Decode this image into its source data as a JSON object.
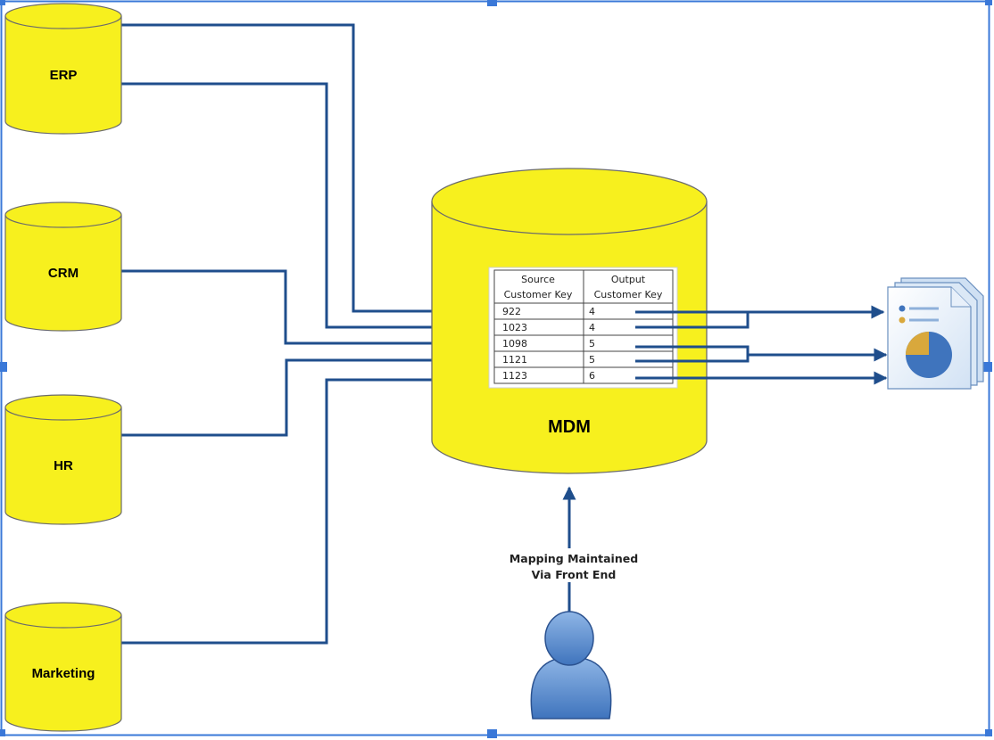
{
  "sources": [
    {
      "label": "ERP"
    },
    {
      "label": "CRM"
    },
    {
      "label": "HR"
    },
    {
      "label": "Marketing"
    }
  ],
  "mdm": {
    "label": "MDM",
    "table": {
      "headers": [
        {
          "line1": "Source",
          "line2": "Customer Key"
        },
        {
          "line1": "Output",
          "line2": "Customer Key"
        }
      ],
      "rows": [
        {
          "source_key": "922",
          "output_key": "4"
        },
        {
          "source_key": "1023",
          "output_key": "4"
        },
        {
          "source_key": "1098",
          "output_key": "5"
        },
        {
          "source_key": "1121",
          "output_key": "5"
        },
        {
          "source_key": "1123",
          "output_key": "6"
        }
      ]
    }
  },
  "note": {
    "line1": "Mapping Maintained",
    "line2": "Via Front End"
  },
  "icons": {
    "user": "user-icon",
    "report": "report-document-icon"
  },
  "colors": {
    "cylinder": "#f7f01e",
    "arrow": "#1f4e8c",
    "selection": "#3a78d8"
  }
}
